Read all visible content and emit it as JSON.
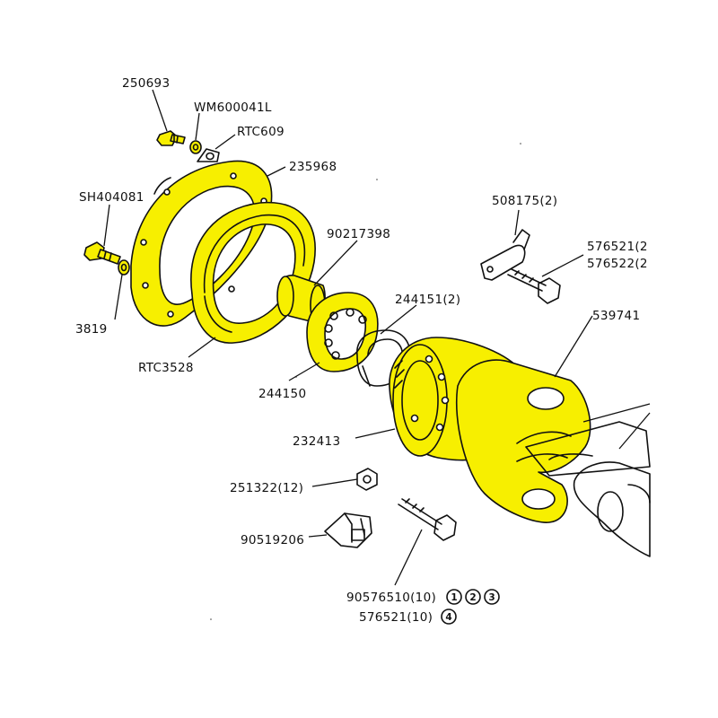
{
  "colors": {
    "highlight": "#f7ef00",
    "ink": "#111111",
    "background": "#ffffff"
  },
  "labels": {
    "p250693": "250693",
    "wm600041l": "WM600041L",
    "rtc609": "RTC609",
    "p235968": "235968",
    "sh404081": "SH404081",
    "p3819": "3819",
    "rtc3528": "RTC3528",
    "p90217398": "90217398",
    "p244151": "244151(2)",
    "p244150": "244150",
    "p232413": "232413",
    "p508175": "508175(2)",
    "p576521a": "576521(2",
    "p576522": "576522(2",
    "p539741": "539741",
    "p251322": "251322(12)",
    "p90519206": "90519206",
    "p90576510": "90576510(10)",
    "p576521b": "576521(10)"
  },
  "circled_numbers": [
    "1",
    "2",
    "3",
    "4"
  ]
}
